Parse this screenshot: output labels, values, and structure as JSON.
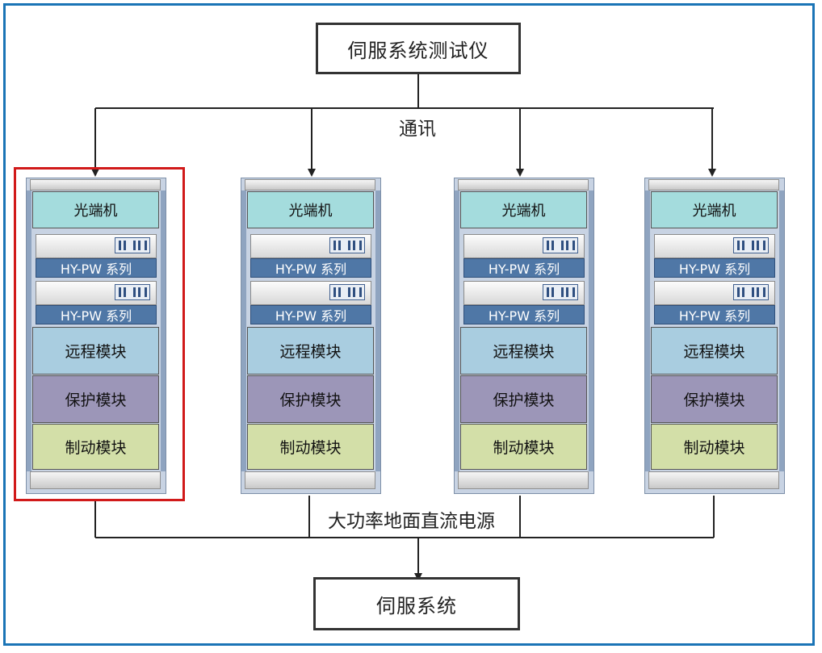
{
  "top_box": {
    "label": "伺服系统测试仪"
  },
  "bottom_box": {
    "label": "伺服系统"
  },
  "comm_label": "通讯",
  "power_label": "大功率地面直流电源",
  "racks": [
    {
      "optic": "光端机",
      "unit1": "HY-PW 系列",
      "unit2": "HY-PW 系列",
      "remote": "远程模块",
      "protect": "保护模块",
      "brake": "制动模块",
      "highlighted": true
    },
    {
      "optic": "光端机",
      "unit1": "HY-PW 系列",
      "unit2": "HY-PW 系列",
      "remote": "远程模块",
      "protect": "保护模块",
      "brake": "制动模块",
      "highlighted": false
    },
    {
      "optic": "光端机",
      "unit1": "HY-PW 系列",
      "unit2": "HY-PW 系列",
      "remote": "远程模块",
      "protect": "保护模块",
      "brake": "制动模块",
      "highlighted": false
    },
    {
      "optic": "光端机",
      "unit1": "HY-PW 系列",
      "unit2": "HY-PW 系列",
      "remote": "远程模块",
      "protect": "保护模块",
      "brake": "制动模块",
      "highlighted": false
    }
  ],
  "colors": {
    "frame": "#1a74b6",
    "highlight": "#d11a1a",
    "optic": "#a4dcdd",
    "unit_bar": "#4f77a6",
    "remote": "#a9cde0",
    "protect": "#9c96b8",
    "brake": "#d3dfa8"
  }
}
